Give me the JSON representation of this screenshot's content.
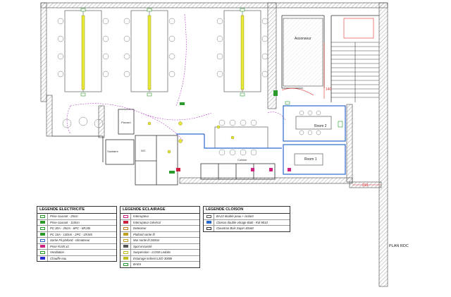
{
  "rooms": {
    "ascenseur": "Ascenseur",
    "room2": "Room 2",
    "room1": "Room 1",
    "cuisine": "Cuisine",
    "sanitaire": "Sanitaire",
    "wc": "WC",
    "placard": "Placard"
  },
  "dimensions": {
    "d140": "140",
    "d213": "213"
  },
  "plan_label": "PLAN RDC",
  "legends": {
    "electricite": {
      "title": "LEGENDE ELECTRICITE",
      "items": [
        {
          "label": "Prise courant - 25cm",
          "color": "#2a9a2a"
        },
        {
          "label": "Prise courant - 110cm",
          "color": "#2a9a2a"
        },
        {
          "label": "PC 30A - 25cm - 6PC - 6RJ45",
          "color": "#2a9a2a"
        },
        {
          "label": "PC 16A - 130cm - 2PC - 1RJ45",
          "color": "#2a9a2a"
        },
        {
          "label": "Sortie Fil plafond - climatiseur",
          "color": "#2a6ad0"
        },
        {
          "label": "Prise RJ45 x2",
          "color": "#d02080"
        },
        {
          "label": "Ventilation",
          "color": "#2a9a2a"
        },
        {
          "label": "Chauffe eau",
          "color": "#2a2ad0"
        }
      ]
    },
    "eclairage": {
      "title": "LEGENDE ECLAIRAGE",
      "items": [
        {
          "label": "Interrupteur",
          "color": "#d02080"
        },
        {
          "label": "Interrupteur Général",
          "color": "#d02040"
        },
        {
          "label": "Detecteur",
          "color": "#c08020"
        },
        {
          "label": "Plafond sortie fil",
          "color": "#c0a020"
        },
        {
          "label": "Mur sortie fil 200cm",
          "color": "#c0a020"
        },
        {
          "label": "Spot encastré",
          "color": "#555555"
        },
        {
          "label": "Suspension - ILO50 Leduks",
          "color": "#c0c020"
        },
        {
          "label": "Eclairage indirect LED 3000k",
          "color": "#c0c020"
        },
        {
          "label": "BAES",
          "color": "#2a9a2a"
        }
      ]
    },
    "cloison": {
      "title": "LEGENDE CLOISON",
      "items": [
        {
          "label": "BA13 double peau + isolant",
          "color": "#555555"
        },
        {
          "label": "Cloison double vitrage BaB - Ral 9010",
          "color": "#2a6ad0"
        },
        {
          "label": "Claustras Bois Sapin 40x60",
          "color": "#333333"
        }
      ]
    }
  }
}
